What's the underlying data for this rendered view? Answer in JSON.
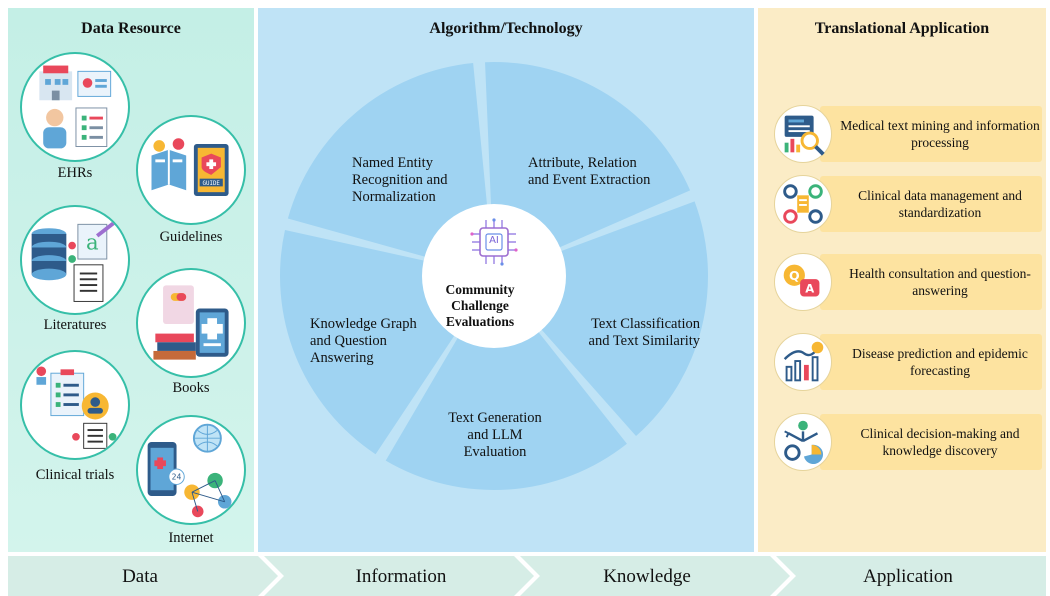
{
  "panels": {
    "data": {
      "title": "Data Resource"
    },
    "algo": {
      "title": "Algorithm/Technology"
    },
    "app": {
      "title": "Translational Application"
    }
  },
  "resources": [
    {
      "label": "EHRs",
      "icon": "ehr-icon"
    },
    {
      "label": "Guidelines",
      "icon": "guidelines-icon"
    },
    {
      "label": "Literatures",
      "icon": "literature-icon"
    },
    {
      "label": "Books",
      "icon": "books-icon"
    },
    {
      "label": "Clinical trials",
      "icon": "clinical-trials-icon"
    },
    {
      "label": "Internet",
      "icon": "internet-icon"
    }
  ],
  "wheel": {
    "center_icon_text": "AI",
    "center_label": "Community Challenge Evaluations",
    "segments": [
      "Named Entity Recognition and Normalization",
      "Attribute, Relation and Event Extraction",
      "Text Classification and Text Similarity",
      "Text Generation and LLM Evaluation",
      "Knowledge Graph and Question Answering"
    ]
  },
  "applications": [
    {
      "label": "Medical text mining and information processing",
      "icon": "text-mining-icon"
    },
    {
      "label": "Clinical data management and standardization",
      "icon": "data-management-icon"
    },
    {
      "label": "Health consultation and question-answering",
      "icon": "consultation-icon"
    },
    {
      "label": "Disease prediction and epidemic forecasting",
      "icon": "prediction-icon"
    },
    {
      "label": "Clinical decision-making and knowledge discovery",
      "icon": "decision-icon"
    }
  ],
  "stages": [
    "Data",
    "Information",
    "Knowledge",
    "Application"
  ],
  "colors": {
    "data_panel": "#c4efe6",
    "algo_panel": "#bfe3f6",
    "app_panel": "#fbecc6",
    "segment": "#9fd3f2",
    "app_box": "#fde3a0",
    "circle_border": "#36bfa8"
  }
}
